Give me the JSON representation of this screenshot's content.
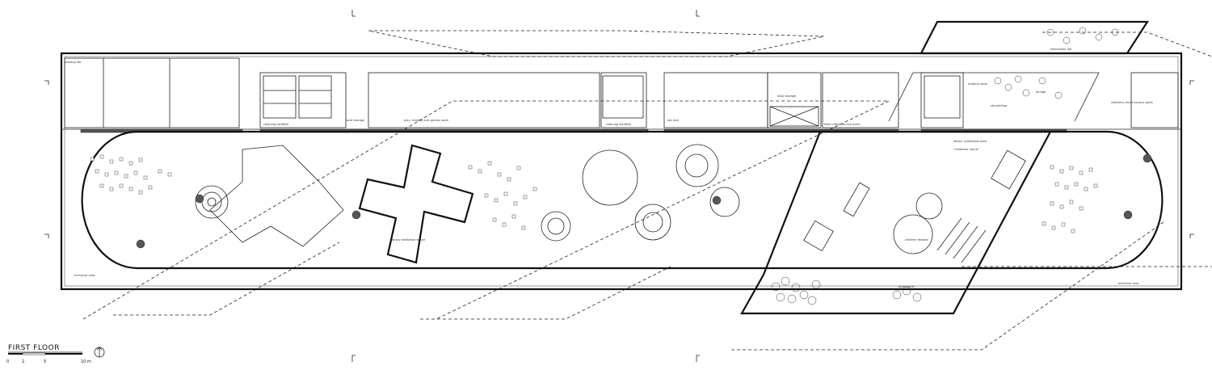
{
  "plan": {
    "title": "FIRST FLOOR",
    "scale_ticks": [
      "0",
      "2",
      "5",
      "10 m"
    ],
    "labels": {
      "viewing_lab": "viewing lab",
      "cleaning_facilities": "cleaning facilities",
      "local_storage_1": "local storage",
      "playing_reading": "play, reading and games room",
      "cleaning_facilities_2": "cleaning facilities",
      "lab_lock": "lab lock",
      "local_storage_2": "local storage",
      "fixed_client_service": "fixed client-service point",
      "interaction_lab": "interaction lab",
      "library_collections": "library collections area",
      "childrens_world": "\"childrens' world\"",
      "library_exhibition": "library exhibition space",
      "technical_area_left": "technical area",
      "technical_area_right": "technical area",
      "childrens_theatre": "children theatre",
      "quiet_zone": "quiet zone",
      "lounge": "lounge",
      "childrens_client_service": "childrens client-service point",
      "storytelling": "storytelling",
      "reading_room": "reading room"
    }
  }
}
